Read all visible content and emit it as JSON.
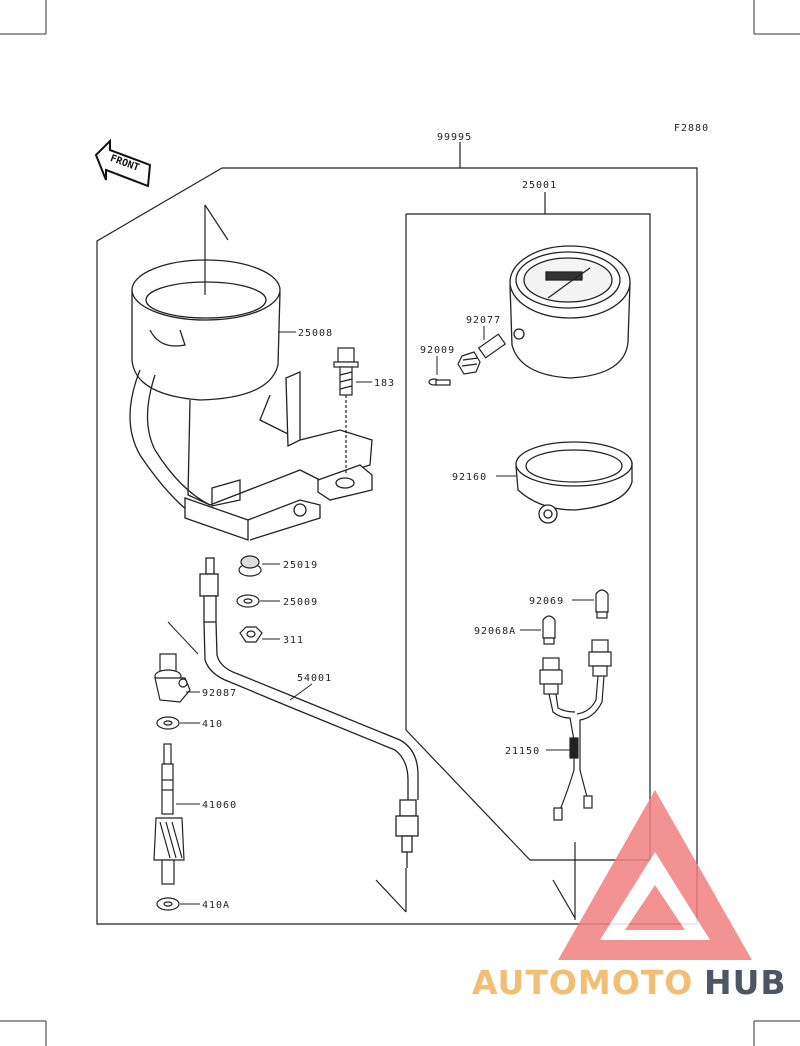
{
  "figure_code": "F2880",
  "front_label": "FRONT",
  "assembly_number": "99995",
  "subassembly_number": "25001",
  "parts": [
    {
      "number": "25008"
    },
    {
      "number": "183"
    },
    {
      "number": "92077"
    },
    {
      "number": "92009"
    },
    {
      "number": "92160"
    },
    {
      "number": "25019"
    },
    {
      "number": "25009"
    },
    {
      "number": "311"
    },
    {
      "number": "54001"
    },
    {
      "number": "92087"
    },
    {
      "number": "410"
    },
    {
      "number": "41060"
    },
    {
      "number": "410A"
    },
    {
      "number": "92069"
    },
    {
      "number": "92068A"
    },
    {
      "number": "21150"
    }
  ],
  "watermark": {
    "part1": "AUTOMOTO",
    "part2": "HUB",
    "colors": {
      "part1": "#f2b25a",
      "part2": "#2f3a4a",
      "triangle": "#f08080"
    }
  }
}
